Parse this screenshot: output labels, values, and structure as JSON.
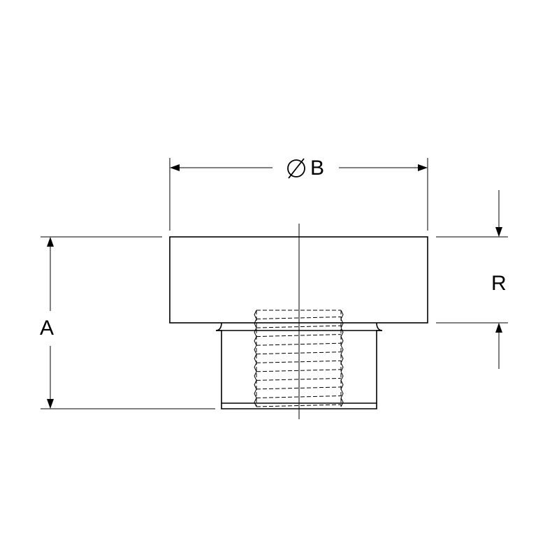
{
  "drawing": {
    "dimensions": {
      "diameter_symbol": "diameter-icon",
      "b_label": "B",
      "a_label": "A",
      "r_label": "R"
    },
    "thread": {
      "internal_thread_lines": 10
    }
  },
  "colors": {
    "line": "#000000",
    "background": "#ffffff"
  }
}
